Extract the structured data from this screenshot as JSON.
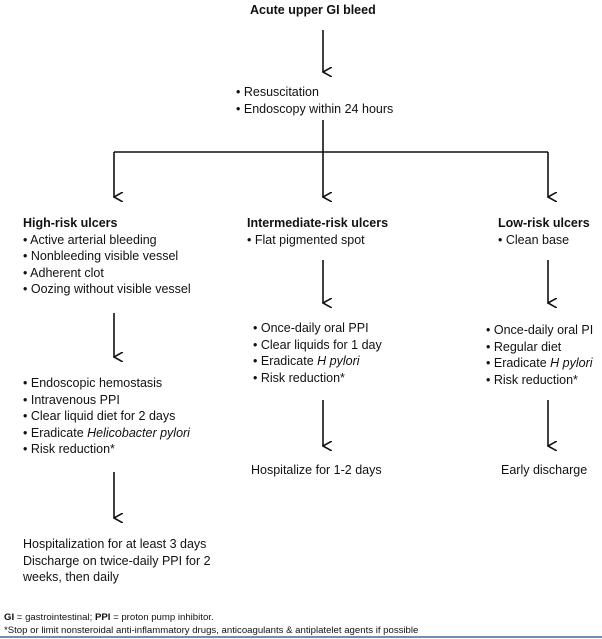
{
  "title": "Acute upper GI bleed",
  "initial": [
    "Resuscitation",
    "Endoscopy within 24 hours"
  ],
  "high": {
    "title": "High-risk ulcers",
    "findings": [
      "Active arterial bleeding",
      "Nonbleeding visible vessel",
      "Adherent clot",
      "Oozing without visible vessel"
    ],
    "treatment": [
      "Endoscopic hemostasis",
      "Intravenous PPI",
      "Clear liquid diet for 2 days",
      "Eradicate ",
      "Helicobacter pylori",
      "Risk reduction*"
    ],
    "disposition": [
      "Hospitalization  for at least 3 days",
      "Discharge on twice-daily PPI for 2",
      "weeks, then daily"
    ]
  },
  "intermediate": {
    "title": "Intermediate-risk ulcers",
    "findings": [
      "Flat pigmented spot"
    ],
    "treatment": [
      "Once-daily oral PPI",
      "Clear liquids for 1 day",
      "Eradicate ",
      "H pylori",
      "Risk reduction*"
    ],
    "disposition": "Hospitalize for 1-2 days"
  },
  "low": {
    "title": "Low-risk ulcers",
    "findings": [
      "Clean base"
    ],
    "treatment": [
      "Once-daily oral PI",
      "Regular diet",
      "Eradicate ",
      "H pylori",
      "Risk reduction*"
    ],
    "disposition": "Early discharge"
  },
  "footnotes": {
    "gi_abbr": "GI",
    "gi_text": " = gastrointestinal; ",
    "ppi_abbr": "PPI",
    "ppi_text": " = proton pump inhibitor.",
    "star": "*Stop or limit nonsteroidal anti-inflammatory drugs, anticoagulants & antiplatelet agents if possible"
  }
}
